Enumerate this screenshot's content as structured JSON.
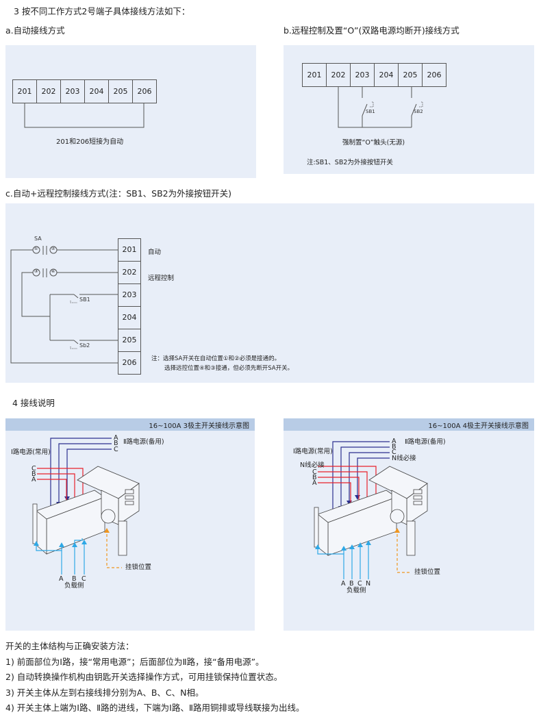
{
  "section3": {
    "heading": "3 按不同工作方式2号端子具体接线方法如下：",
    "a": {
      "title": "a.自动接线方式",
      "terminals": [
        "201",
        "202",
        "203",
        "204",
        "205",
        "206"
      ],
      "caption": "201和206短接为自动"
    },
    "b": {
      "title": "b.远程控制及置“O”(双路电源均断开)接线方式",
      "terminals": [
        "201",
        "202",
        "203",
        "204",
        "205",
        "206"
      ],
      "switch1": "SB1",
      "switch2": "SB2",
      "caption": "强制置“O”触头(无源)",
      "note": "注:SB1、SB2为外接按钮开关"
    },
    "c": {
      "title": "c.自动+远程控制接线方式(注：SB1、SB2为外接按钮开关)",
      "terminals": [
        "201",
        "202",
        "203",
        "204",
        "205",
        "206"
      ],
      "sa_label": "SA",
      "contacts": [
        "①",
        "②",
        "③",
        "④"
      ],
      "sb1": "SB1",
      "sb2": "Sb2",
      "label_201": "自动",
      "label_202": "远程控制",
      "note_line1": "注：选择SA开关在自动位置①和②必须是接通的。",
      "note_line2": "选择远控位置④和③接通，但必须先断开SA开关。"
    }
  },
  "section4": {
    "heading": "4 接线说明",
    "left": {
      "bar_title": "16~100A 3极主开关接线示意图",
      "source1": "Ⅰ路电源(常用)",
      "source2": "Ⅱ路电源(备用)",
      "top_phases": [
        "A",
        "B",
        "C"
      ],
      "mid_phases": [
        "C",
        "B",
        "A"
      ],
      "bottom_phases": [
        "A",
        "B",
        "C"
      ],
      "load_side": "负载侧",
      "lock_position": "挂锁位置"
    },
    "right": {
      "bar_title": "16~100A 4极主开关接线示意图",
      "source1": "Ⅰ路电源(常用)",
      "source2": "Ⅱ路电源(备用)",
      "top_phases": [
        "A",
        "B",
        "C",
        "N线必接"
      ],
      "n_label": "N线必接",
      "mid_phases": [
        "C",
        "B",
        "A"
      ],
      "bottom_phases": [
        "A",
        "B",
        "C",
        "N"
      ],
      "load_side": "负载侧",
      "lock_position": "挂锁位置"
    }
  },
  "instructions": {
    "title": "开关的主体结构与正确安装方法：",
    "items": [
      "1) 前面部位为Ⅰ路，接“常用电源”；后面部位为Ⅱ路，接“备用电源”。",
      "2) 自动转换操作机构由钥匙开关选择操作方式，可用挂锁保持位置状态。",
      "3) 开关主体从左到右接线排分别为A、B、C、N相。",
      "4) 开关主体上端为Ⅰ路、Ⅱ路的进线，下端为Ⅰ路、Ⅱ路用铜排或导线联接为出线。"
    ]
  },
  "colors": {
    "panel_bg": "#e8eef8",
    "title_bar": "#b8cce6",
    "source1_wire": "#2b2f8f",
    "source2_wire": "#e8202a",
    "load_wire": "#2ea8e6",
    "lock_line": "#f0961e"
  }
}
